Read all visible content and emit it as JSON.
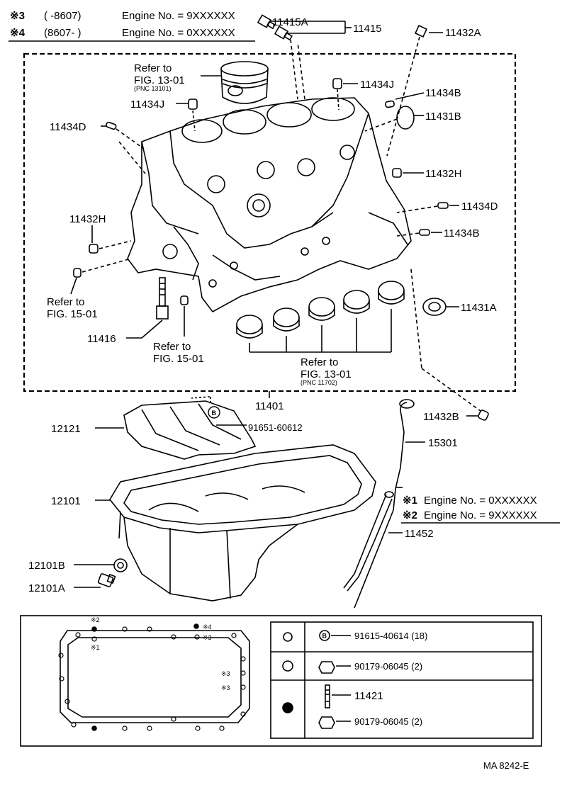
{
  "notes_top": {
    "n3_mark": "※3",
    "n3_range": "(       -8607)",
    "n3_engine": "Engine No. = 9XXXXXX",
    "n4_mark": "※4",
    "n4_range": "(8607-         )",
    "n4_engine": "Engine No. = 0XXXXXX"
  },
  "notes_dipstick": {
    "n1_mark": "※1",
    "n1_engine": "Engine No. = 0XXXXXX",
    "n2_mark": "※2",
    "n2_engine": "Engine No. = 9XXXXXX"
  },
  "parts": {
    "p11415A": "11415A",
    "p11415": "11415",
    "p11432A": "11432A",
    "p11434J_a": "11434J",
    "p11434J_b": "11434J",
    "p11434B_a": "11434B",
    "p11431B": "11431B",
    "p11434D_a": "11434D",
    "p11432H_a": "11432H",
    "p11432H_b": "11432H",
    "p11434D_b": "11434D",
    "p11434B_b": "11434B",
    "p11431A": "11431A",
    "p11416": "11416",
    "p11401": "11401",
    "p11432B": "11432B",
    "p12121": "12121",
    "p91651": "91651-60612",
    "p15301": "15301",
    "p12101": "12101",
    "p11452": "11452",
    "p12101B": "12101B",
    "p12101A": "12101A"
  },
  "refs": {
    "r1_line1": "Refer to",
    "r1_line2": "FIG. 13-01",
    "r1_line3": "(PNC 13101)",
    "r2_line1": "Refer to",
    "r2_line2": "FIG. 15-01",
    "r3_line1": "Refer to",
    "r3_line2": "FIG. 15-01",
    "r4_line1": "Refer to",
    "r4_line2": "FIG. 13-01",
    "r4_line3": "(PNC 11702)"
  },
  "circle_b": "B",
  "pan_marks": {
    "m2": "※2",
    "m1": "※1",
    "m4": "※4",
    "m3a": "※3",
    "m3b": "※3",
    "m3c": "※3"
  },
  "legend": {
    "row1_part": "91615-40614 (18)",
    "row2_part": "90179-06045 (2)",
    "row3_part_a": "11421",
    "row3_part_b": "90179-06045 (2)"
  },
  "footer": "MA 8242-E"
}
